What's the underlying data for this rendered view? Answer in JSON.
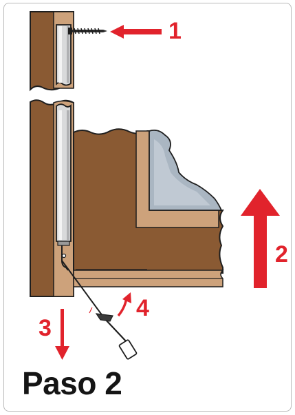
{
  "title": "Paso 2",
  "steps": [
    "1",
    "2",
    "3",
    "4"
  ],
  "colors": {
    "wood": "#8a5a33",
    "wood_light": "#cda27b",
    "tube": "#d9dadb",
    "glass": "#aab6c2",
    "arrow_red": "#e1232c",
    "outline": "#1e1e1e"
  },
  "icons": [
    "screw-icon",
    "tube-rail-icon",
    "pull-cord-icon",
    "window-frame-icon"
  ]
}
